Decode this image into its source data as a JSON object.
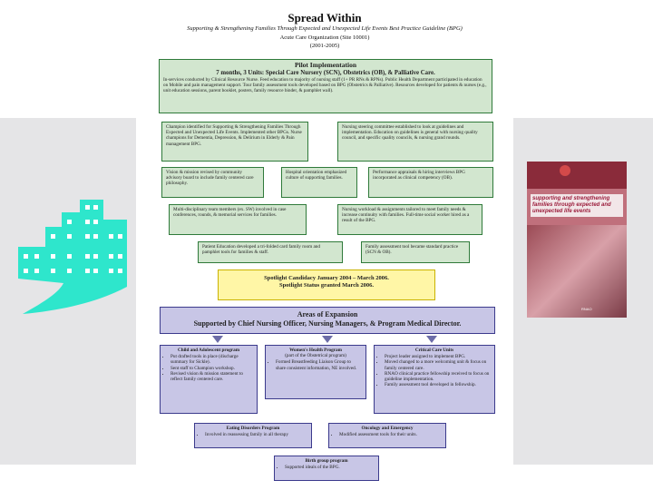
{
  "header": {
    "title": "Spread Within",
    "subtitle": "Supporting & Strengthening Families Through Expected and Unexpected Life Events Best Practice Guideline (BPG)",
    "org": "Acute Care Organization (Site 10001)",
    "years": "(2001-2005)"
  },
  "pilot": {
    "heading1": "Pilot Implementation",
    "heading2": "7 months, 3 Units: Special Care Nursery (SCN), Obstetrics (OB), & Palliative Care.",
    "body": "In-services conducted by Clinical Resource Nurse. Feed education to majority of nursing staff (1+ PR RNs & RPNs). Public Health Department participated in education on Mobile and pain management support. Tour family assessment tools developed based on BPG (Obstetrics & Palliative). Resources developed for patients & nurses (e.g., unit education sessions, parent booklet, posters, family resource binder, & pamphlet wall)."
  },
  "champion": "Champion identified for Supporting & Strengthening Families Through Expected and Unexpected Life Events. Implemented other BPGs. Nurse champions for Dementia, Depression, & Delirium in Elderly & Pain management BPG.",
  "steering": "Nursing steering committee established to look at guidelines and implementation. Education on guidelines is general with nursing quality council, and specific quality councils, & nursing grand rounds.",
  "vision": "Vision & mission revised by community advisory board to include family centered care philosophy.",
  "hospital": "Hospital orientation emphasized culture of supporting families.",
  "performance": "Performance appraisals & hiring interviews BPG incorporated as clinical competency (OB).",
  "multidisc": "Multi-disciplinary team members (ex. SW) involved in case conferences, rounds, & memorial services for families.",
  "workload": "Nursing workload & assignments tailored to meet family needs & increase continuity with families. Full-time social worker hired as a result of the BPG.",
  "patient_ed": "Patient Education developed a tri-folded card family room and pamphlet tools for families & staff.",
  "family_tool": "Family assessment tool became standard practice (SCN & OB).",
  "spotlight": {
    "line1": "Spotlight Candidacy January 2004 – March 2006.",
    "line2": "Spotlight Status granted March 2006."
  },
  "expansion": {
    "line1": "Areas of Expansion",
    "line2": "Supported by Chief Nursing Officer, Nursing Managers, & Program Medical Director."
  },
  "child_program": {
    "title": "Child and Adolescent program",
    "items": [
      "Put drafted tools in place (discharge summary for Sickle).",
      "Sent staff to Champion workshop.",
      "Revised vision & mission statement to reflect family centered care."
    ]
  },
  "womens_program": {
    "title": "Women's Health Program",
    "subtitle": "(part of the Obstetrical program)",
    "items": [
      "Formed Breastfeeding Liaison Group to share consistent information, NE involved."
    ]
  },
  "critical_care": {
    "title": "Critical Care Units",
    "items": [
      "Project leader assigned to implement BPG.",
      "Moved changed to a more welcoming unit & focus on family centered care.",
      "RNAO clinical practice fellowship received to focus on guideline implementation.",
      "Family assessment tool developed in fellowship."
    ]
  },
  "eating": {
    "title": "Eating Disorders Program",
    "items": [
      "Involved in reassessing family in all therapy"
    ]
  },
  "oncology": {
    "title": "Oncology and Emergency",
    "items": [
      "Modified assessment tools for their units."
    ]
  },
  "birth_group": {
    "title": "Birth group program",
    "items": [
      "Supported ideals of the BPG."
    ]
  },
  "cover": {
    "title": "supporting and strengthening families through expected and unexpected life events",
    "org": "RNAO"
  },
  "colors": {
    "green_fill": "#d2e6cf",
    "green_border": "#2f7a3a",
    "purple_fill": "#c8c6e6",
    "purple_border": "#3b3a8c",
    "yellow_fill": "#fff6a6",
    "teal_logo": "#2ee6cc"
  },
  "icons": [
    "hospital-building-icon"
  ]
}
